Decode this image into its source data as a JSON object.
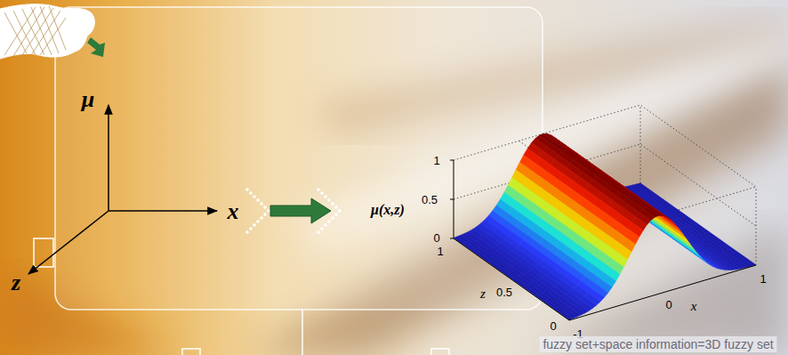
{
  "diagram": {
    "caption": "fuzzy set+space information=3D fuzzy set",
    "labels": [
      "μ",
      "x",
      "z",
      "μ(x,z)",
      "1",
      "0.5",
      "0",
      "1",
      "z",
      "0.5",
      "0",
      "-1",
      "0",
      "x",
      "1"
    ]
  }
}
